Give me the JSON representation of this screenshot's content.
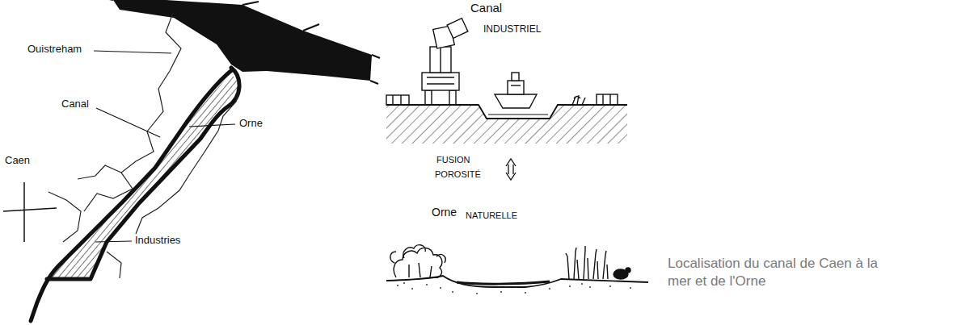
{
  "diagram": {
    "caption": "Localisation du canal de Caen à la mer et de l'Orne",
    "labels": [
      "Ouistreham",
      "Canal",
      "Caen",
      "Orne",
      "Industries",
      "Canal",
      "INDUSTRIEL",
      "FUSION",
      "POROSITÉ",
      "Orne",
      "NATURELLE"
    ]
  }
}
